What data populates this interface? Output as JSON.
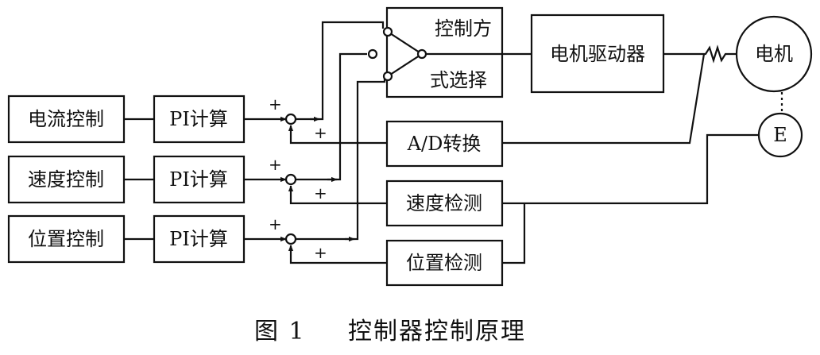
{
  "blocks": {
    "current_control": "电流控制",
    "speed_control": "速度控制",
    "position_control": "位置控制",
    "pi_calc_1": "PI计算",
    "pi_calc_2": "PI计算",
    "pi_calc_3": "PI计算",
    "mode_select_line1": "控制方",
    "mode_select_line2": "式选择",
    "motor_driver": "电机驱动器",
    "ad_conversion": "A/D转换",
    "speed_detect": "速度检测",
    "position_detect": "位置检测",
    "motor": "电机",
    "encoder": "E"
  },
  "signs": {
    "plus": "+"
  },
  "caption": {
    "figure_number": "图 1",
    "title": "控制器控制原理"
  }
}
